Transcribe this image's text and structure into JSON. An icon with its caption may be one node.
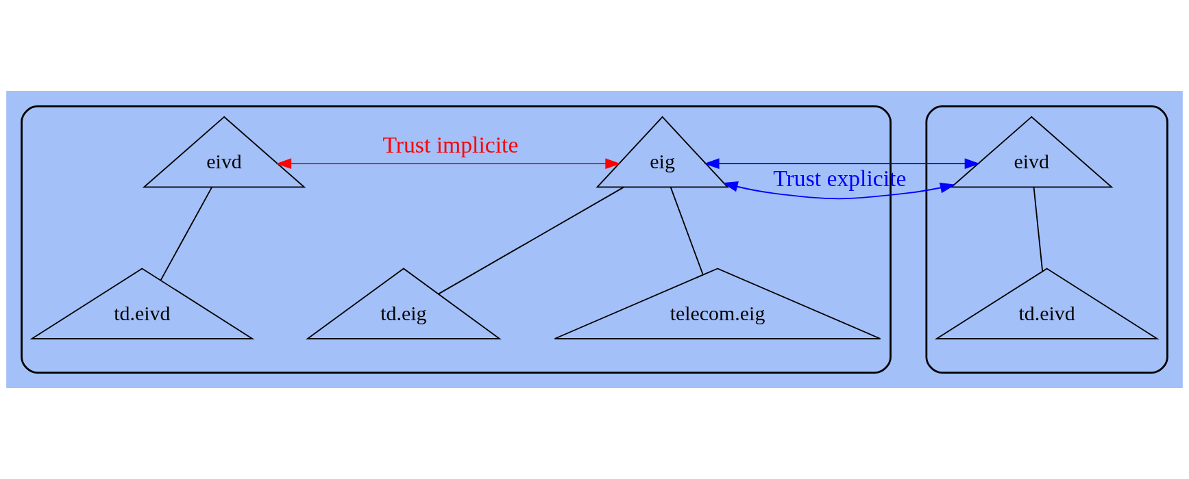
{
  "diagram": {
    "nodes": [
      {
        "text": [],
        "shape": "ellipse"
      },
      {
        "text": [
          "eivd"
        ],
        "in": 0
      },
      {
        "text": [
          "eig"
        ],
        "in": 0
      },
      {
        "text": [
          "td.eivd"
        ],
        "in": 0
      },
      {
        "text": [
          "telecom.eig"
        ],
        "in": 0
      },
      {
        "text": [
          "td.eig"
        ],
        "in": 0
      },
      {
        "text": [],
        "shape": "ellipse"
      },
      {
        "text": [
          "eivd"
        ],
        "in": 6
      },
      {
        "text": [
          "td.eivd"
        ],
        "in": 6
      }
    ],
    "edges": [
      {
        "from": 1,
        "to": 3,
        "arrow": "none"
      },
      {
        "from": 2,
        "to": 4,
        "arrow": "none"
      },
      {
        "from": 2,
        "to": 5,
        "arrow": "none"
      },
      {
        "from": 7,
        "to": 8,
        "arrow": "none"
      },
      {
        "from": 1,
        "to": 2,
        "arrow": "both",
        "label": "Trust implicite",
        "color": "#ff0000"
      },
      {
        "from": 2,
        "to": 7,
        "arrow": "both",
        "label": "Trust explicite",
        "color": "#0000ff"
      }
    ]
  }
}
